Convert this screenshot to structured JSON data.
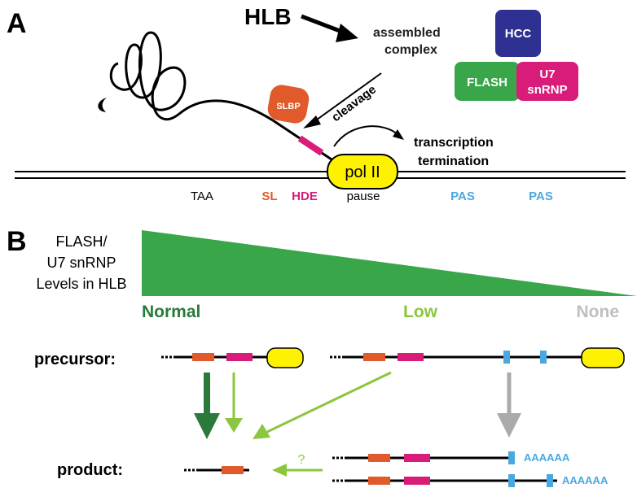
{
  "panel_a": {
    "label": "A",
    "hlb": "HLB",
    "assembled_complex": [
      "assembled",
      "complex"
    ],
    "cleavage": "cleavage",
    "transcription_termination": [
      "transcription",
      "termination"
    ],
    "hcc": "HCC",
    "flash": "FLASH",
    "u7_snrnp": [
      "U7",
      "snRNP"
    ],
    "slbp": "SLBP",
    "pol2": "pol II",
    "taa": "TAA",
    "sl": "SL",
    "hde": "HDE",
    "pause": "pause",
    "pas1": "PAS",
    "pas2": "PAS"
  },
  "panel_b": {
    "label": "B",
    "flash_levels": [
      "FLASH/",
      "U7 snRNP",
      "Levels in HLB"
    ],
    "normal": "Normal",
    "low": "Low",
    "none": "None",
    "precursor": "precursor:",
    "product": "product:",
    "question": "?",
    "polya1": "AAAAAA",
    "polya2": "AAAAAA"
  },
  "colors": {
    "hcc": "#2e3192",
    "flash": "#3aa64a",
    "u7": "#d91b7a",
    "slbp": "#e05a2b",
    "sl": "#e05a2b",
    "hde": "#d91b7a",
    "pol2": "#fff200",
    "pas": "#4aa8e0",
    "wedge": "#3aa64a",
    "normal": "#2a7a3b",
    "low": "#8cc63f",
    "none": "#bfbfbf"
  }
}
